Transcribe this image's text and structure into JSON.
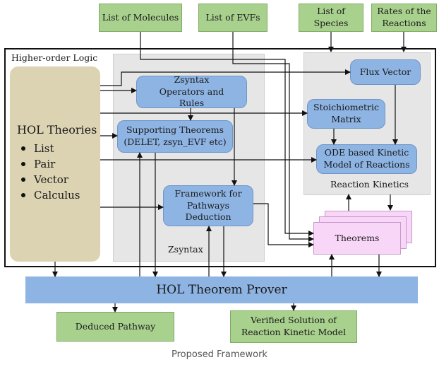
{
  "inputs": {
    "molecules": "List of Molecules",
    "evfs": "List of EVFs",
    "species": "List of Species",
    "rates": "Rates of the Reactions"
  },
  "labels": {
    "higher_order_logic": "Higher-order Logic",
    "zsyntax": "Zsyntax",
    "reaction_kinetics": "Reaction Kinetics"
  },
  "hol_theories": {
    "title": "HOL Theories",
    "items": [
      "List",
      "Pair",
      "Vector",
      "Calculus"
    ]
  },
  "zsyntax_boxes": {
    "operators": "Zsyntax Operators and Rules",
    "supporting": "Supporting Theorems (DELET, zsyn_EVF etc)",
    "framework": "Framework for Pathways Deduction"
  },
  "kinetics_boxes": {
    "flux": "Flux Vector",
    "stoich": "Stoichiometric Matrix",
    "ode": "ODE based Kinetic Model of Reactions"
  },
  "theorems": "Theorems",
  "prover": "HOL Theorem Prover",
  "outputs": {
    "deduced": "Deduced Pathway",
    "verified": "Verified Solution of Reaction Kinetic Model"
  },
  "caption": "Proposed Framework"
}
